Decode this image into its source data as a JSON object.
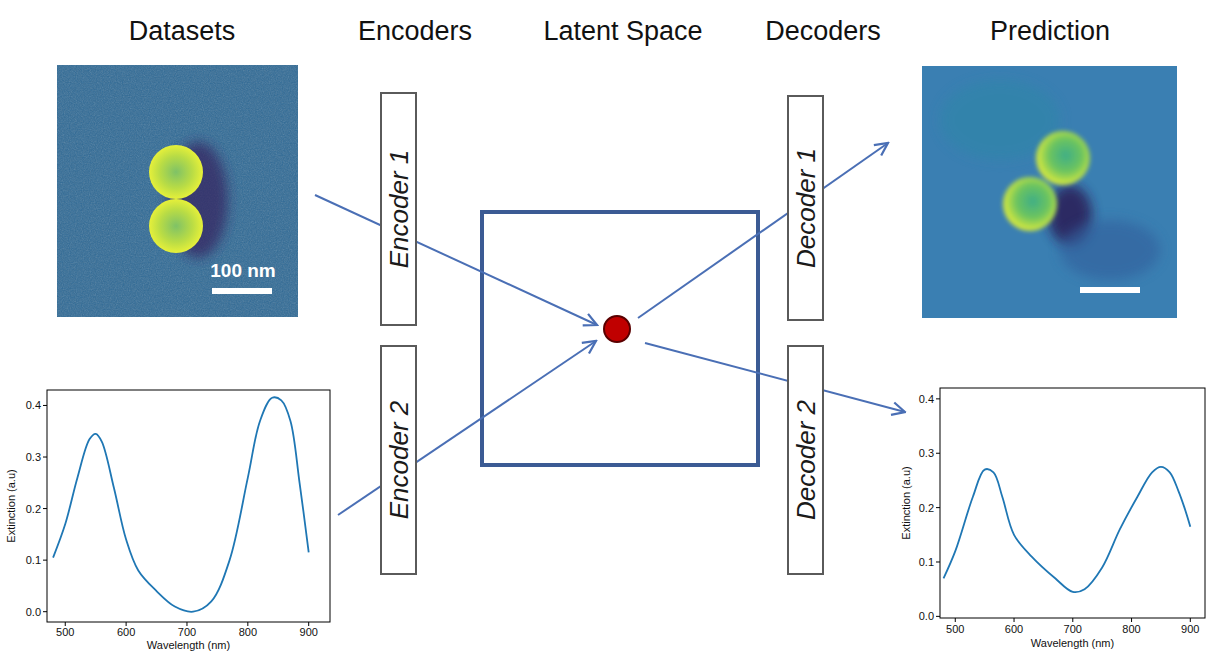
{
  "diagram": {
    "nodes": [
      {
        "text": [
          "Encoder 1"
        ]
      },
      {
        "text": [
          "Encoder 2"
        ]
      },
      {
        "text": [
          "Decoder 1"
        ]
      },
      {
        "text": [
          "Decoder 2"
        ]
      }
    ],
    "labels": [
      "Datasets",
      "Encoders",
      "Latent Space",
      "Decoders",
      "Prediction",
      "100 nm",
      "0.0",
      "0.1",
      "0.2",
      "0.3",
      "0.4",
      "500",
      "600",
      "700",
      "800",
      "900",
      "Extinction (a.u)",
      "Wavelength (nm)",
      "0.0",
      "0.1",
      "0.2",
      "0.3",
      "0.4",
      "500",
      "600",
      "700",
      "800",
      "900",
      "Extinction (a.u)",
      "Wavelength (nm)"
    ]
  }
}
